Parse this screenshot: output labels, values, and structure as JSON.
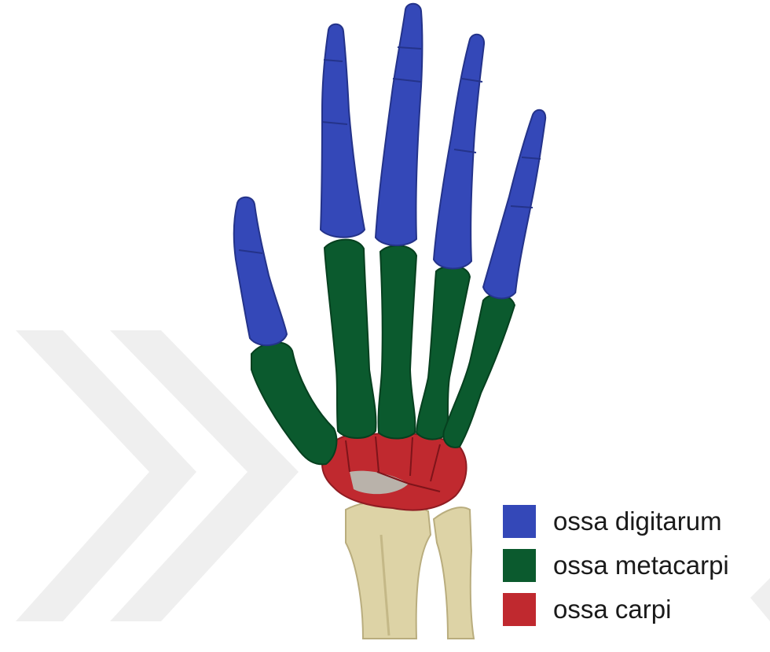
{
  "colors": {
    "digitarum": "#3448b8",
    "metacarpi": "#0b5a2e",
    "carpi": "#c0292f",
    "bone": "#ddd3a6",
    "watermark": "#ededed"
  },
  "legend": [
    {
      "label": "ossa digitarum",
      "color": "#3448b8"
    },
    {
      "label": "ossa metacarpi",
      "color": "#0b5a2e"
    },
    {
      "label": "ossa carpi",
      "color": "#c0292f"
    }
  ]
}
